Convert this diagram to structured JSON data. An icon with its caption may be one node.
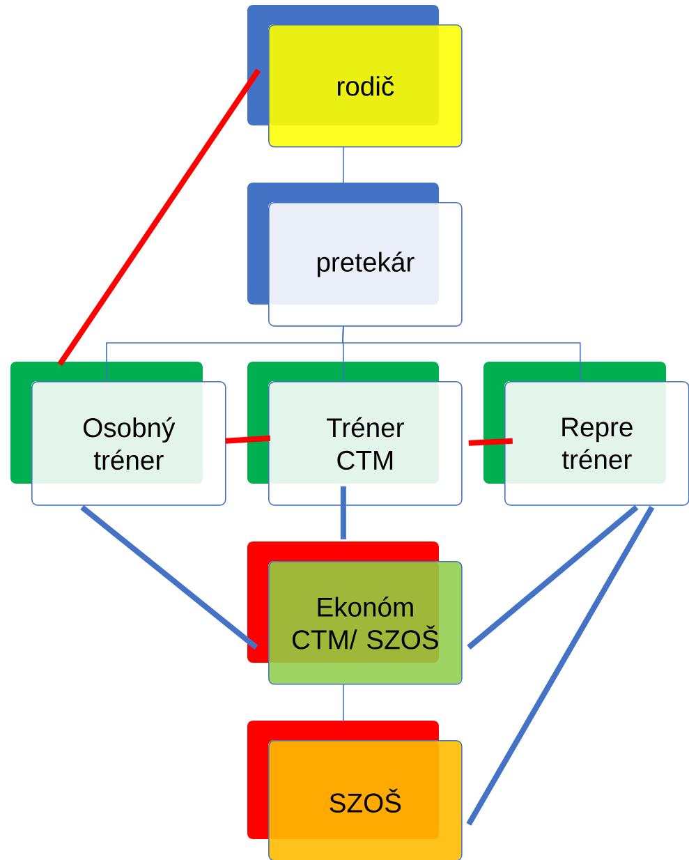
{
  "diagram": {
    "nodes": [
      {
        "text": [
          "rodič"
        ]
      },
      {
        "text": [
          "pretekár"
        ]
      },
      {
        "text": [
          "Osobný tréner"
        ]
      },
      {
        "text": [
          "Tréner CTM"
        ]
      },
      {
        "text": [
          "Repre tréner"
        ]
      },
      {
        "text": [
          "Ekonóm CTM/ SZOŠ"
        ]
      },
      {
        "text": [
          "SZOŠ"
        ]
      }
    ],
    "edges": [
      {
        "from": 0,
        "to": 1,
        "arrow": "none"
      },
      {
        "from": 1,
        "to": 2,
        "arrow": "none"
      },
      {
        "from": 1,
        "to": 3,
        "arrow": "none"
      },
      {
        "from": 1,
        "to": 4,
        "arrow": "none"
      },
      {
        "from": 0,
        "to": 2,
        "arrow": "none",
        "color": "#ff0000"
      },
      {
        "from": 2,
        "to": 3,
        "arrow": "none",
        "color": "#ff0000"
      },
      {
        "from": 3,
        "to": 4,
        "arrow": "none",
        "color": "#ff0000"
      },
      {
        "from": 2,
        "to": 5,
        "arrow": "none"
      },
      {
        "from": 3,
        "to": 5,
        "arrow": "none"
      },
      {
        "from": 4,
        "to": 5,
        "arrow": "none"
      },
      {
        "from": 4,
        "to": 6,
        "arrow": "none"
      },
      {
        "from": 5,
        "to": 6,
        "arrow": "none"
      }
    ]
  }
}
